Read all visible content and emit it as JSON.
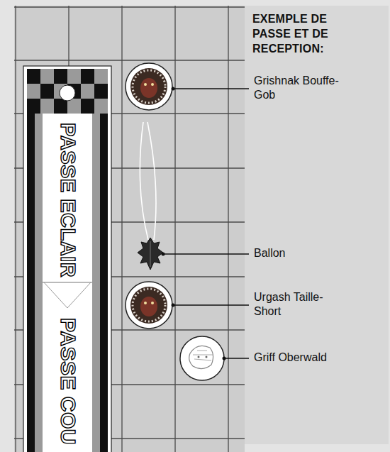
{
  "diagram": {
    "title": "EXEMPLE DE PASSE ET DE RECEPTION:",
    "labels": [
      "Grishnak Bouffe-Gob",
      "Ballon",
      "Urgash Taille-Short",
      "Griff Oberwald",
      "PASSE ECLAIR",
      "PASSE COU"
    ]
  }
}
